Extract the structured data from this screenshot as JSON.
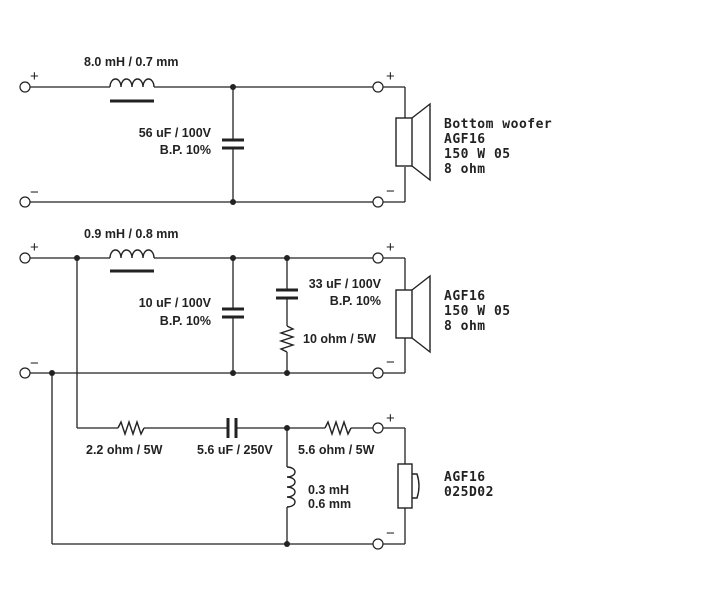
{
  "sections": {
    "bottom_woofer": {
      "inductor_label": "8.0 mH / 0.7 mm",
      "capacitor_line1": "56 uF / 100V",
      "capacitor_line2": "B.P. 10%",
      "speaker_lines": [
        "Bottom woofer",
        "AGF16",
        "150 W 05",
        "8 ohm"
      ]
    },
    "woofer": {
      "inductor_label": "0.9 mH / 0.8 mm",
      "capacitor_line1": "10 uF / 100V",
      "capacitor_line2": "B.P. 10%",
      "rc_cap_line1": "33 uF / 100V",
      "rc_cap_line2": "B.P. 10%",
      "rc_resistor_label": "10 ohm / 5W",
      "speaker_lines": [
        "AGF16",
        "150 W 05",
        "8 ohm"
      ]
    },
    "tweeter": {
      "resistor1_label": "2.2 ohm / 5W",
      "capacitor_label": "5.6 uF / 250V",
      "resistor2_label": "5.6 ohm / 5W",
      "inductor_line1": "0.3 mH",
      "inductor_line2": "0.6 mm",
      "speaker_lines": [
        "AGF16",
        "025D02"
      ]
    }
  },
  "signs": {
    "plus": "+",
    "minus": "−"
  }
}
